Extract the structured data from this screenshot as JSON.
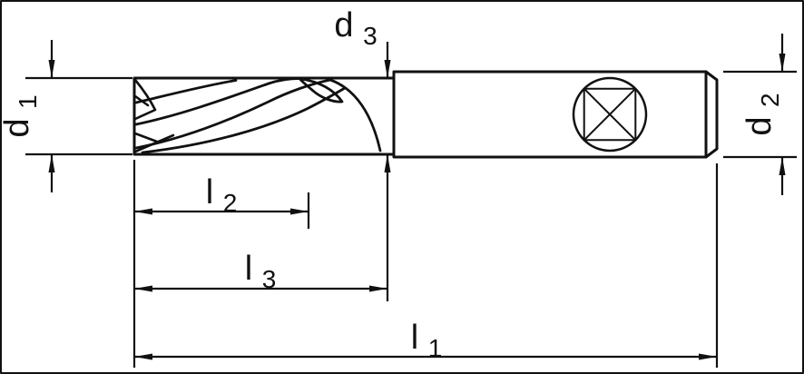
{
  "figure": {
    "kind": "technical-dimension-drawing",
    "subject": "end-mill-side-view",
    "colors": {
      "line": "#111111",
      "background": "#ffffff"
    },
    "dimensions": {
      "d1": {
        "base": "d",
        "sub": "1"
      },
      "d2": {
        "base": "d",
        "sub": "2"
      },
      "d3": {
        "base": "d",
        "sub": "3"
      },
      "l1": {
        "base": "l",
        "sub": "1"
      },
      "l2": {
        "base": "l",
        "sub": "2"
      },
      "l3": {
        "base": "l",
        "sub": "3"
      }
    },
    "symbols": {
      "shank_marker": "circle-with-inscribed-square-and-diagonals"
    }
  }
}
